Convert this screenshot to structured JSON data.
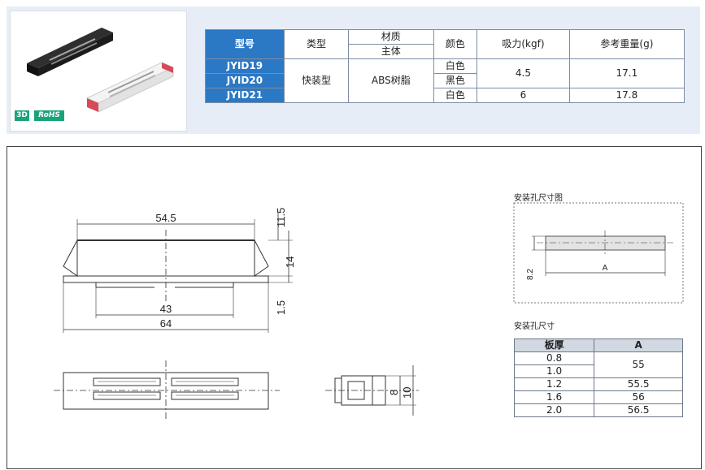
{
  "spec_table": {
    "headers": {
      "model": "型号",
      "type": "类型",
      "material": "材质",
      "material_sub": "主体",
      "color": "颜色",
      "force": "吸力(kgf)",
      "weight": "参考重量(g)"
    },
    "models": [
      "JYID19",
      "JYID20",
      "JYID21"
    ],
    "type_value": "快装型",
    "material_value": "ABS树脂",
    "colors": [
      "白色",
      "黑色",
      "白色"
    ],
    "forces": [
      "4.5",
      "6"
    ],
    "weights": [
      "17.1",
      "17.8"
    ]
  },
  "badges": {
    "three_d": "3D",
    "rohs": "RoHS"
  },
  "drawing": {
    "dims": {
      "overall_top": "54.5",
      "inner_bottom": "43",
      "overall_bottom": "64",
      "height_top": "11.5",
      "height_mid": "14",
      "height_bottom": "1.5",
      "side_8": "8",
      "side_10": "10"
    },
    "hole_diagram_title": "安装孔尺寸图",
    "hole_dim_height": "8.2",
    "hole_dim_a": "A",
    "hole_table_title": "安装孔尺寸",
    "hole_table": {
      "headers": [
        "板厚",
        "A"
      ],
      "thickness": [
        "0.8",
        "1.0",
        "1.2",
        "1.6",
        "2.0"
      ],
      "a_values": [
        "55",
        "55.5",
        "56",
        "56.5"
      ]
    }
  }
}
